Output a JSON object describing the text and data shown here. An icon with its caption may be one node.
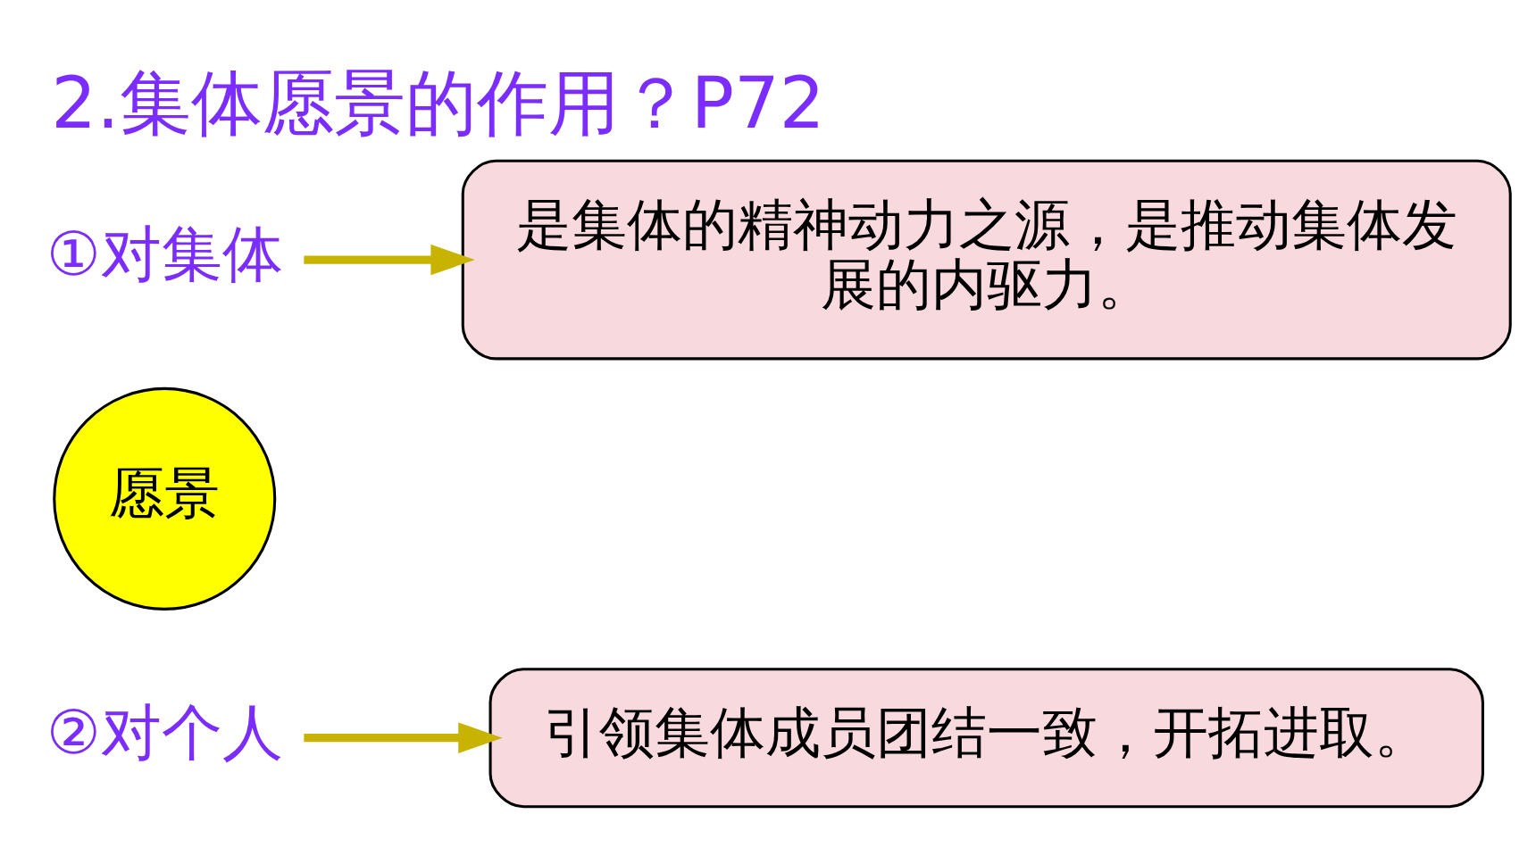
{
  "diagram": {
    "title": "2.集体愿景的作用？P72",
    "nodes": [
      {
        "text": [
          "①对集体"
        ]
      },
      {
        "text": [
          "是集体的精神动力之源，是推动集体发展的内驱力。"
        ]
      },
      {
        "text": [
          "愿景"
        ]
      },
      {
        "text": [
          "②对个人"
        ]
      },
      {
        "text": [
          "引领集体成员团结一致，开拓进取。"
        ]
      }
    ],
    "edges": [
      {
        "from": 0,
        "to": 1,
        "arrow": "to"
      },
      {
        "from": 3,
        "to": 4,
        "arrow": "to"
      }
    ]
  }
}
